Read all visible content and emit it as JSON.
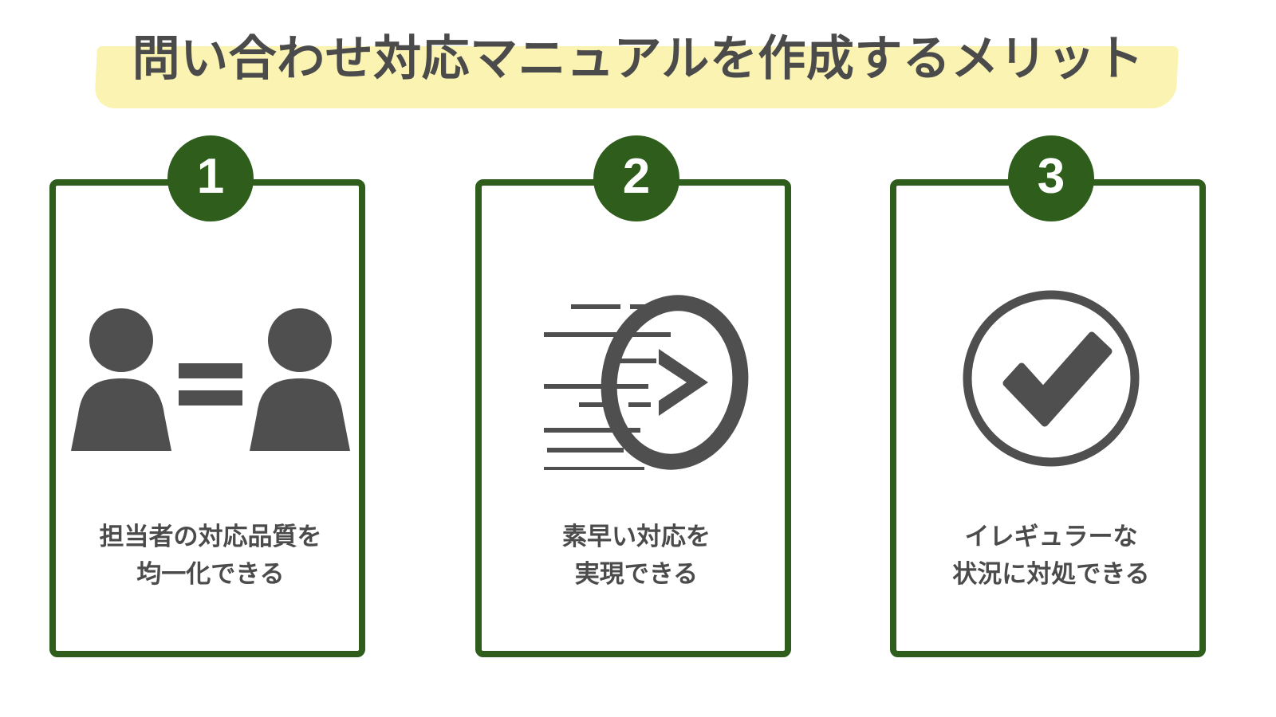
{
  "title": {
    "text": "問い合わせ対応マニュアルを作成するメリット",
    "highlight_color": "#faf3b2",
    "text_color": "#4b4b4b"
  },
  "theme": {
    "accent_green": "#2e5d1c",
    "icon_gray": "#4f4f4f",
    "background": "#ffffff"
  },
  "cards": [
    {
      "number": "1",
      "icon_name": "two-people-equals-icon",
      "caption_line1": "担当者の対応品質を",
      "caption_line2": "均一化できる"
    },
    {
      "number": "2",
      "icon_name": "speed-arrow-icon",
      "caption_line1": "素早い対応を",
      "caption_line2": "実現できる"
    },
    {
      "number": "3",
      "icon_name": "check-circle-icon",
      "caption_line1": "イレギュラーな",
      "caption_line2": "状況に対処できる"
    }
  ]
}
